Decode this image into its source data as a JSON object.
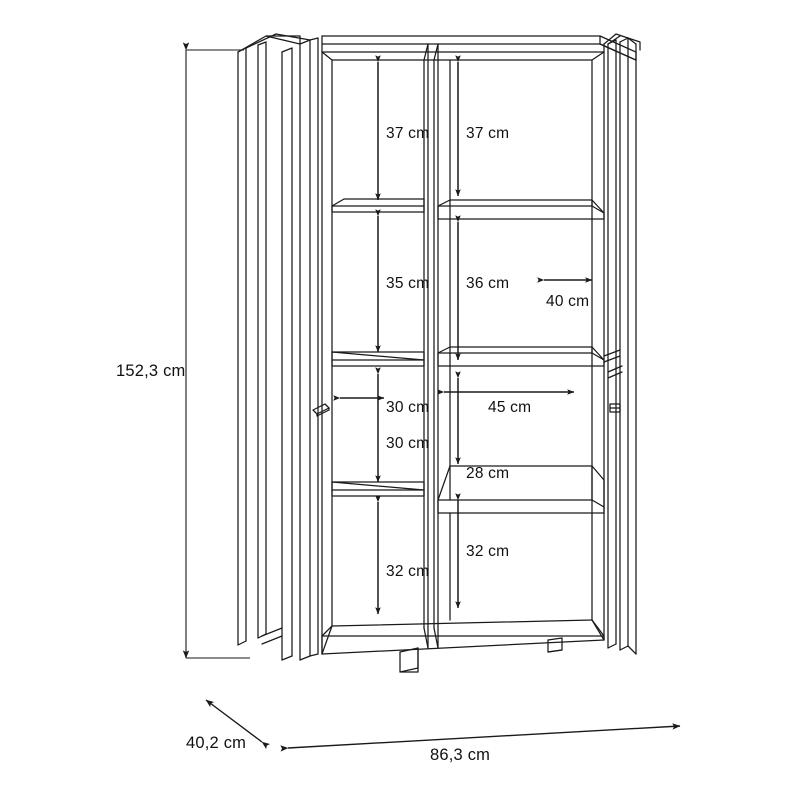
{
  "diagram": {
    "title": "Display cabinet dimension drawing",
    "type": "technical-line-drawing",
    "units": "cm",
    "decimal_separator": ",",
    "overall": {
      "height_label": "152,3 cm",
      "depth_label": "40,2 cm",
      "width_label": "86,3 cm"
    },
    "compartments": {
      "left_column": {
        "shelf_gap_1": "37 cm",
        "shelf_gap_2": "35 cm",
        "shelf_gap_3": "30 cm",
        "shelf_gap_4": "32 cm",
        "depth": "30 cm"
      },
      "right_column": {
        "shelf_gap_1": "37 cm",
        "shelf_gap_2": "36 cm",
        "shelf_gap_3": "28 cm",
        "shelf_gap_4": "32 cm",
        "depth": "40 cm",
        "width": "45 cm"
      }
    },
    "labels": {
      "h_total": "152,3 cm",
      "w_total": "86,3 cm",
      "d_total": "40,2 cm",
      "l_top": "37 cm",
      "r_top": "37 cm",
      "l_second": "35 cm",
      "r_second": "36 cm",
      "r_depth": "40 cm",
      "l_depth": "30 cm",
      "l_third": "30 cm",
      "r_width": "45 cm",
      "r_third": "28 cm",
      "l_bottom": "32 cm",
      "r_bottom": "32 cm"
    },
    "colors": {
      "line": "#1a1a1a",
      "background": "#ffffff",
      "text": "#111111"
    }
  }
}
